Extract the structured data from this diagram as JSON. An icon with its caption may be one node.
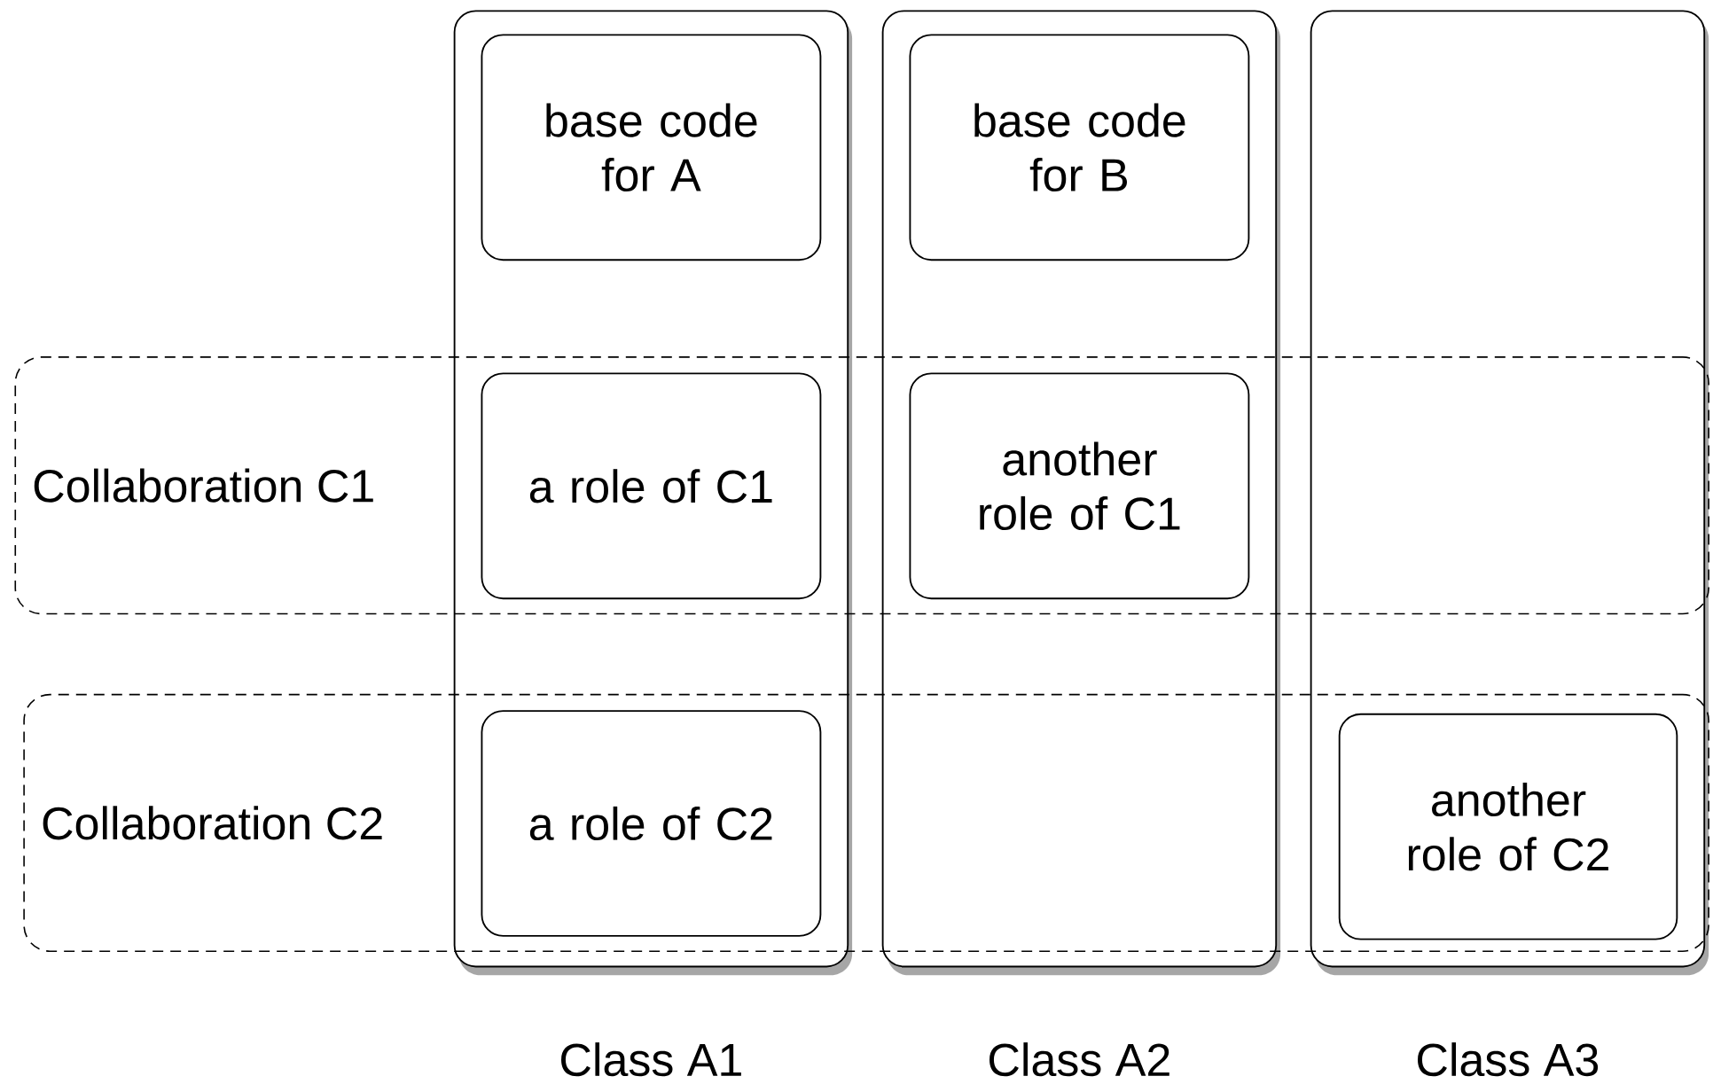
{
  "diagram": {
    "nodes": [
      {
        "text": [
          "Class A1"
        ]
      },
      {
        "text": [
          "base code for A"
        ],
        "in": 0
      },
      {
        "text": [
          "Class A2"
        ]
      },
      {
        "text": [
          "base code for B"
        ],
        "in": 2
      },
      {
        "text": [
          "Class A3"
        ]
      },
      {
        "text": [
          "Collaboration C1"
        ]
      },
      {
        "text": [
          "a role of C1"
        ]
      },
      {
        "text": [
          "another role of C1"
        ]
      },
      {
        "text": [
          "Collaboration C2"
        ]
      },
      {
        "text": [
          "a role of C2"
        ]
      },
      {
        "text": [
          "another role of C2"
        ]
      }
    ]
  }
}
